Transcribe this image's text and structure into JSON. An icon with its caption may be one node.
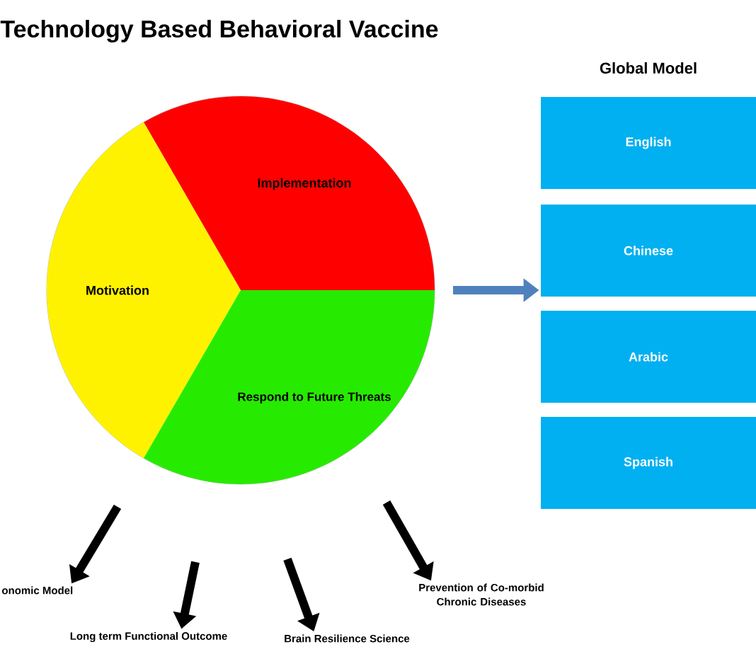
{
  "diagram": {
    "title": "Technology Based Behavioral Vaccine",
    "nodes": [
      {
        "text": [],
        "shape": "circle"
      },
      {
        "text": [
          "Implementation"
        ],
        "in": 0
      },
      {
        "text": [
          "Motivation"
        ],
        "in": 0
      },
      {
        "text": [
          "Respond to Future Threats"
        ],
        "in": 0
      },
      {
        "text": [
          "English"
        ]
      },
      {
        "text": [
          "Chinese"
        ]
      },
      {
        "text": [
          "Arabic"
        ]
      },
      {
        "text": [
          "Spanish"
        ]
      },
      {
        "text": [
          "onomic Model"
        ]
      },
      {
        "text": [
          "Long term Functional Outcome"
        ]
      },
      {
        "text": [
          "Brain Resilience Science"
        ]
      },
      {
        "text": [
          "Prevention of Co-morbid Chronic Diseases"
        ]
      }
    ],
    "edges": [
      {
        "from": null,
        "to": 5,
        "arrow": "to",
        "color": "#4f81bd"
      },
      {
        "from": null,
        "to": 8,
        "arrow": "to"
      },
      {
        "from": null,
        "to": 9,
        "arrow": "to"
      },
      {
        "from": null,
        "to": 10,
        "arrow": "to"
      },
      {
        "from": null,
        "to": 11,
        "arrow": "to"
      }
    ],
    "labels": [
      "Global Model"
    ]
  }
}
